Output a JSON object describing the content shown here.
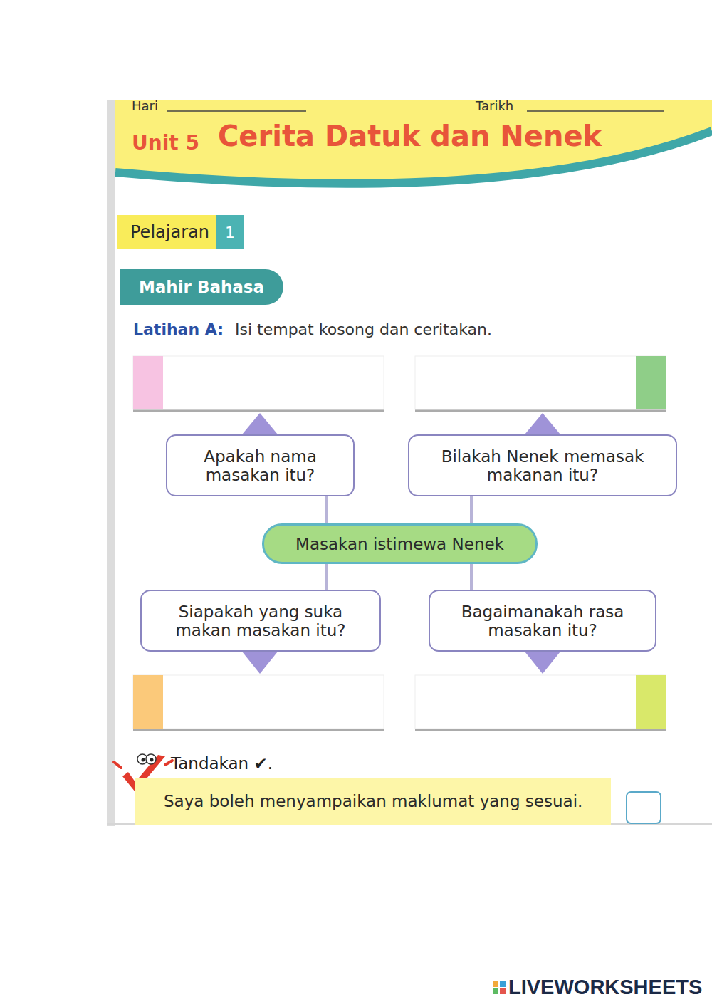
{
  "diagram": {
    "title": "Cerita Datuk dan Nenek",
    "nodes": [
      {
        "text": [
          "Pelajaran",
          "1"
        ]
      },
      {
        "text": [
          "Mahir Bahasa"
        ]
      },
      {
        "text": [
          "Apakah nama masakan itu?"
        ]
      },
      {
        "text": [
          "Bilakah Nenek memasak makanan itu?"
        ]
      },
      {
        "text": [
          "Masakan istimewa Nenek"
        ]
      },
      {
        "text": [
          "Siapakah yang suka makan masakan itu?"
        ]
      },
      {
        "text": [
          "Bagaimanakah rasa masakan itu?"
        ]
      },
      {
        "text": [
          "Saya boleh menyampaikan maklumat yang sesuai."
        ]
      }
    ],
    "edges": [
      {
        "from": 4,
        "to": 2,
        "arrow": "none"
      },
      {
        "from": 4,
        "to": 3,
        "arrow": "none"
      },
      {
        "from": 4,
        "to": 5,
        "arrow": "none"
      },
      {
        "from": 4,
        "to": 6,
        "arrow": "none"
      }
    ],
    "labels": [
      "Hari",
      "Tarikh",
      "Unit 5",
      "Latihan A:",
      "Isi tempat kosong dan ceritakan.",
      "Tandakan ✔.",
      "LIVEWORKSHEETS"
    ]
  }
}
